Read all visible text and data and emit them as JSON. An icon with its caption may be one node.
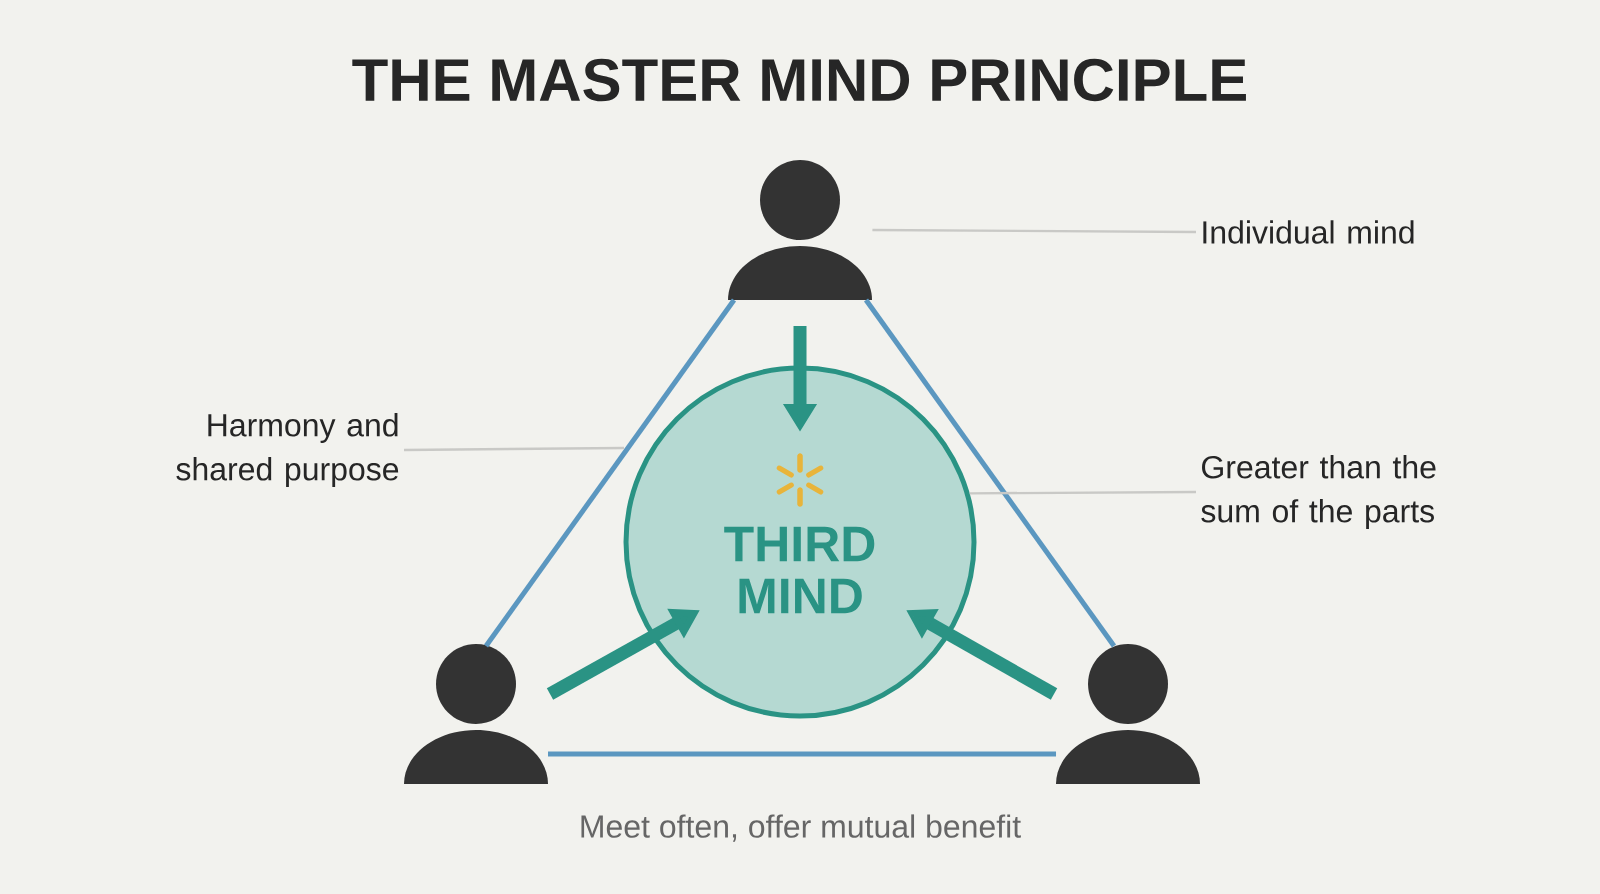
{
  "diagram": {
    "title": "THE MASTER MIND PRINCIPLE",
    "caption": "Meet often, offer mutual benefit",
    "nodes": [
      {
        "text": [],
        "shape": "person"
      },
      {
        "text": [],
        "shape": "person"
      },
      {
        "text": [],
        "shape": "person"
      },
      {
        "text": [
          "THIRD MIND"
        ]
      },
      {
        "text": [
          "Individual mind"
        ]
      },
      {
        "text": [
          "Harmony and shared purpose"
        ]
      },
      {
        "text": [
          "Greater than the sum of the parts"
        ]
      }
    ],
    "edges": [
      {
        "from": 0,
        "to": 1,
        "arrow": "none",
        "color": "#5b97c0"
      },
      {
        "from": 0,
        "to": 2,
        "arrow": "none",
        "color": "#5b97c0"
      },
      {
        "from": 1,
        "to": 2,
        "arrow": "none",
        "color": "#5b97c0"
      },
      {
        "from": 0,
        "to": 3,
        "arrow": "to",
        "style": "thick",
        "color": "#2a9384"
      },
      {
        "from": 1,
        "to": 3,
        "arrow": "to",
        "style": "thick",
        "color": "#2a9384"
      },
      {
        "from": 2,
        "to": 3,
        "arrow": "to",
        "style": "thick",
        "color": "#2a9384"
      },
      {
        "from": 4,
        "to": 0,
        "arrow": "none",
        "color": "#c9c9c6"
      },
      {
        "from": 5,
        "to": null,
        "arrow": "none",
        "color": "#c9c9c6"
      },
      {
        "from": 6,
        "to": 3,
        "arrow": "none",
        "color": "#c9c9c6"
      }
    ]
  }
}
